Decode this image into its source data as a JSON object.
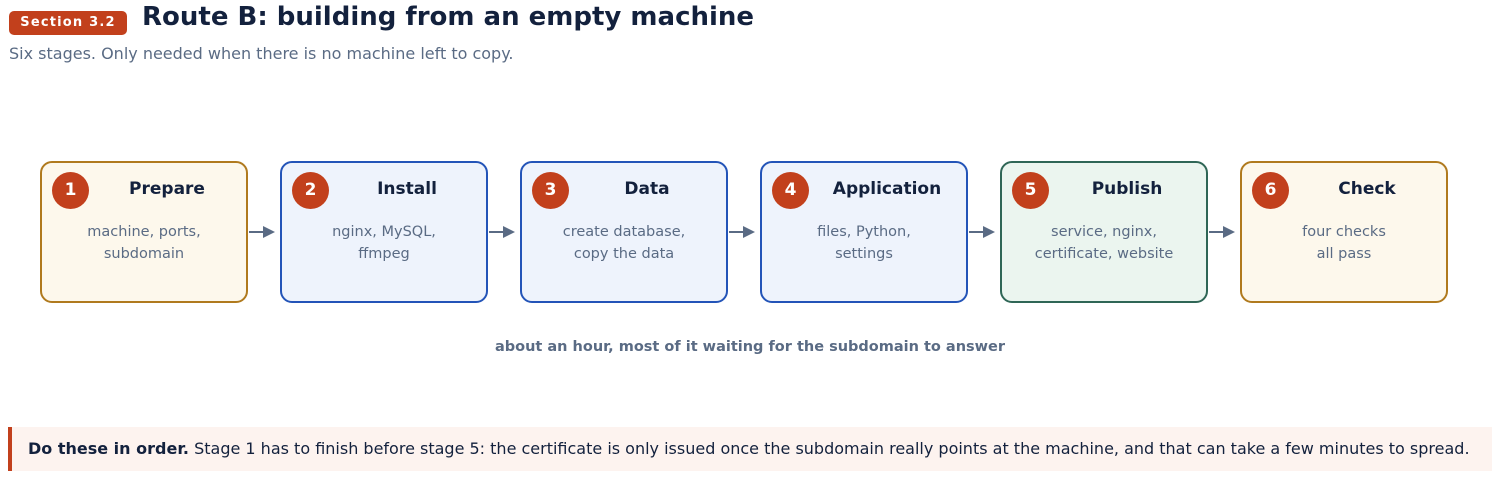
{
  "header": {
    "section_badge": "Section 3.2",
    "title": "Route B: building from an empty machine",
    "subtitle": "Six stages. Only needed when there is no machine left to copy."
  },
  "stages": [
    {
      "number": "1",
      "name": "Prepare",
      "line1": "machine, ports,",
      "line2": "subdomain",
      "style": "amber"
    },
    {
      "number": "2",
      "name": "Install",
      "line1": "nginx, MySQL,",
      "line2": "ffmpeg",
      "style": "blue"
    },
    {
      "number": "3",
      "name": "Data",
      "line1": "create database,",
      "line2": "copy the data",
      "style": "blue"
    },
    {
      "number": "4",
      "name": "Application",
      "line1": "files, Python,",
      "line2": "settings",
      "style": "blue"
    },
    {
      "number": "5",
      "name": "Publish",
      "line1": "service, nginx,",
      "line2": "certificate, website",
      "style": "green"
    },
    {
      "number": "6",
      "name": "Check",
      "line1": "four checks",
      "line2": "all pass",
      "style": "amber"
    }
  ],
  "duration_note": "about an hour, most of it waiting for the subdomain to answer",
  "callout": {
    "lead": "Do these in order.",
    "text": " Stage 1 has to finish before stage 5: the certificate is only issued once the subdomain really points at the machine, and that can take a few minutes to spread."
  },
  "colors": {
    "accent": "#c2401c",
    "amber_border": "#b07a1e",
    "blue_border": "#2354b8",
    "green_border": "#2f6656",
    "arrow": "#5a6b84"
  }
}
